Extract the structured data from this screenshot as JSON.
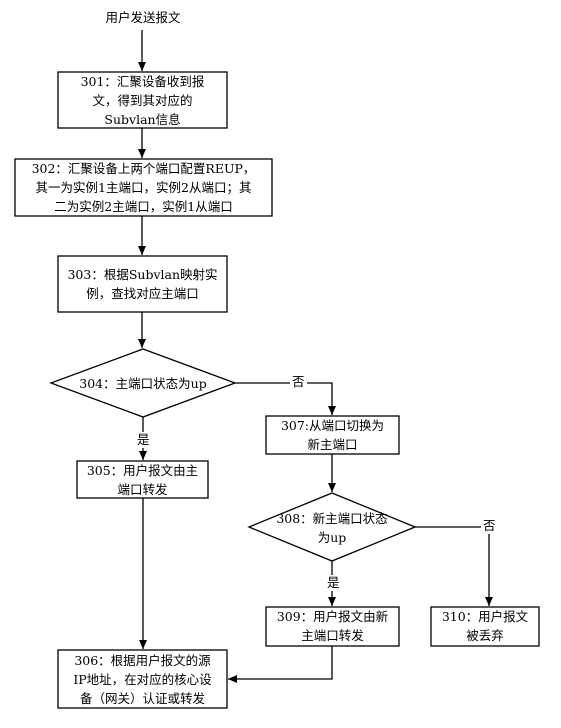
{
  "diagram": {
    "start": "用户发送报文",
    "n301": [
      "301：汇聚设备收到报",
      "文，得到其对应的",
      "Subvlan信息"
    ],
    "n302": [
      "302：汇聚设备上两个端口配置REUP，",
      "其一为实例1主端口，实例2从端口；其",
      "二为实例2主端口，实例1从端口"
    ],
    "n303": [
      "303：根据Subvlan映射实",
      "例，查找对应主端口"
    ],
    "n304": [
      "304：主端口状态为up"
    ],
    "n305": [
      "305：用户报文由主",
      "端口转发"
    ],
    "n306": [
      "306：根据用户报文的源",
      "IP地址，在对应的核心设",
      "备（网关）认证或转发"
    ],
    "n307": [
      "307:从端口切换为",
      "新主端口"
    ],
    "n308": [
      "308：新主端口状态",
      "为up"
    ],
    "n309": [
      "309：用户报文由新",
      "主端口转发"
    ],
    "n310": [
      "310：用户报文",
      "被丢弃"
    ],
    "label_yes_304": "是",
    "label_no_304": "否",
    "label_yes_308": "是",
    "label_no_308": "否"
  }
}
